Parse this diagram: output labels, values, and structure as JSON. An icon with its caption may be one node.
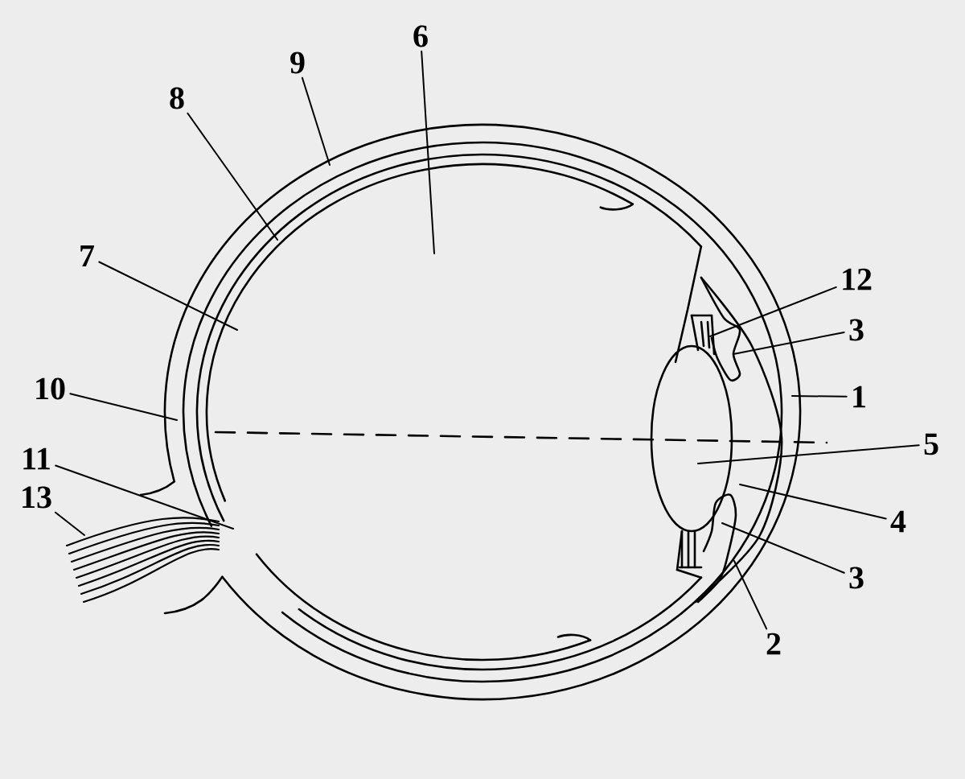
{
  "diagram": {
    "nodes": [
      {
        "text": [
          "6"
        ]
      },
      {
        "text": [
          "9"
        ]
      },
      {
        "text": [
          "8"
        ]
      },
      {
        "text": [
          "7"
        ]
      },
      {
        "text": [
          "12"
        ]
      },
      {
        "text": [
          "3"
        ]
      },
      {
        "text": [
          "10"
        ]
      },
      {
        "text": [
          "1"
        ]
      },
      {
        "text": [
          "5"
        ]
      },
      {
        "text": [
          "11"
        ]
      },
      {
        "text": [
          "13"
        ]
      },
      {
        "text": [
          "4"
        ]
      },
      {
        "text": [
          "3"
        ]
      },
      {
        "text": [
          "2"
        ]
      }
    ],
    "edges": [
      {
        "from": 0,
        "to": null,
        "arrow": "none"
      },
      {
        "from": 1,
        "to": null,
        "arrow": "none"
      },
      {
        "from": 2,
        "to": null,
        "arrow": "none"
      },
      {
        "from": 3,
        "to": null,
        "arrow": "none"
      },
      {
        "from": 4,
        "to": null,
        "arrow": "none"
      },
      {
        "from": 5,
        "to": null,
        "arrow": "none"
      },
      {
        "from": 6,
        "to": null,
        "arrow": "none"
      },
      {
        "from": 7,
        "to": null,
        "arrow": "none"
      },
      {
        "from": 8,
        "to": null,
        "arrow": "none"
      },
      {
        "from": 9,
        "to": null,
        "arrow": "none"
      },
      {
        "from": 10,
        "to": null,
        "arrow": "none"
      },
      {
        "from": 11,
        "to": null,
        "arrow": "none"
      },
      {
        "from": 12,
        "to": null,
        "arrow": "none"
      },
      {
        "from": 13,
        "to": null,
        "arrow": "none"
      }
    ]
  }
}
